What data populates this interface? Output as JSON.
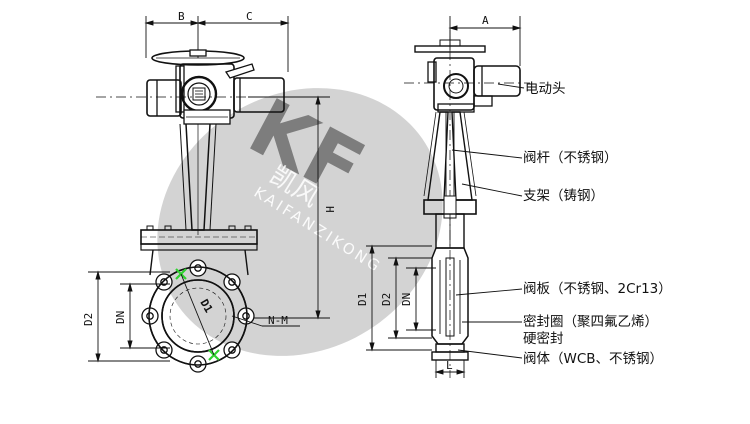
{
  "watermark": {
    "logo_text": "KF",
    "cn_text": "凯风",
    "en_text": "KAIFANZIKONG"
  },
  "front_view": {
    "dims": {
      "b": "B",
      "c": "C",
      "h": "H",
      "d2": "D2",
      "dn": "DN",
      "d1": "D1",
      "nm": "N-M"
    }
  },
  "side_view": {
    "dims": {
      "a": "A",
      "d1": "D1",
      "d2": "D2",
      "dn": "DN",
      "l": "L"
    },
    "callouts": [
      {
        "text": "电动头"
      },
      {
        "text": "阀杆（不锈钢）"
      },
      {
        "text": "支架（铸钢）"
      },
      {
        "text": "阀板（不锈钢、2Cr13）"
      },
      {
        "text": "密封圈（聚四氟乙烯）"
      },
      {
        "text": "硬密封"
      },
      {
        "text": "阀体（WCB、不锈钢）"
      }
    ]
  },
  "colors": {
    "line": "#111111",
    "watermark_gray": "#8c8c8c",
    "bolt_hole_marker": "#2fd12f"
  }
}
